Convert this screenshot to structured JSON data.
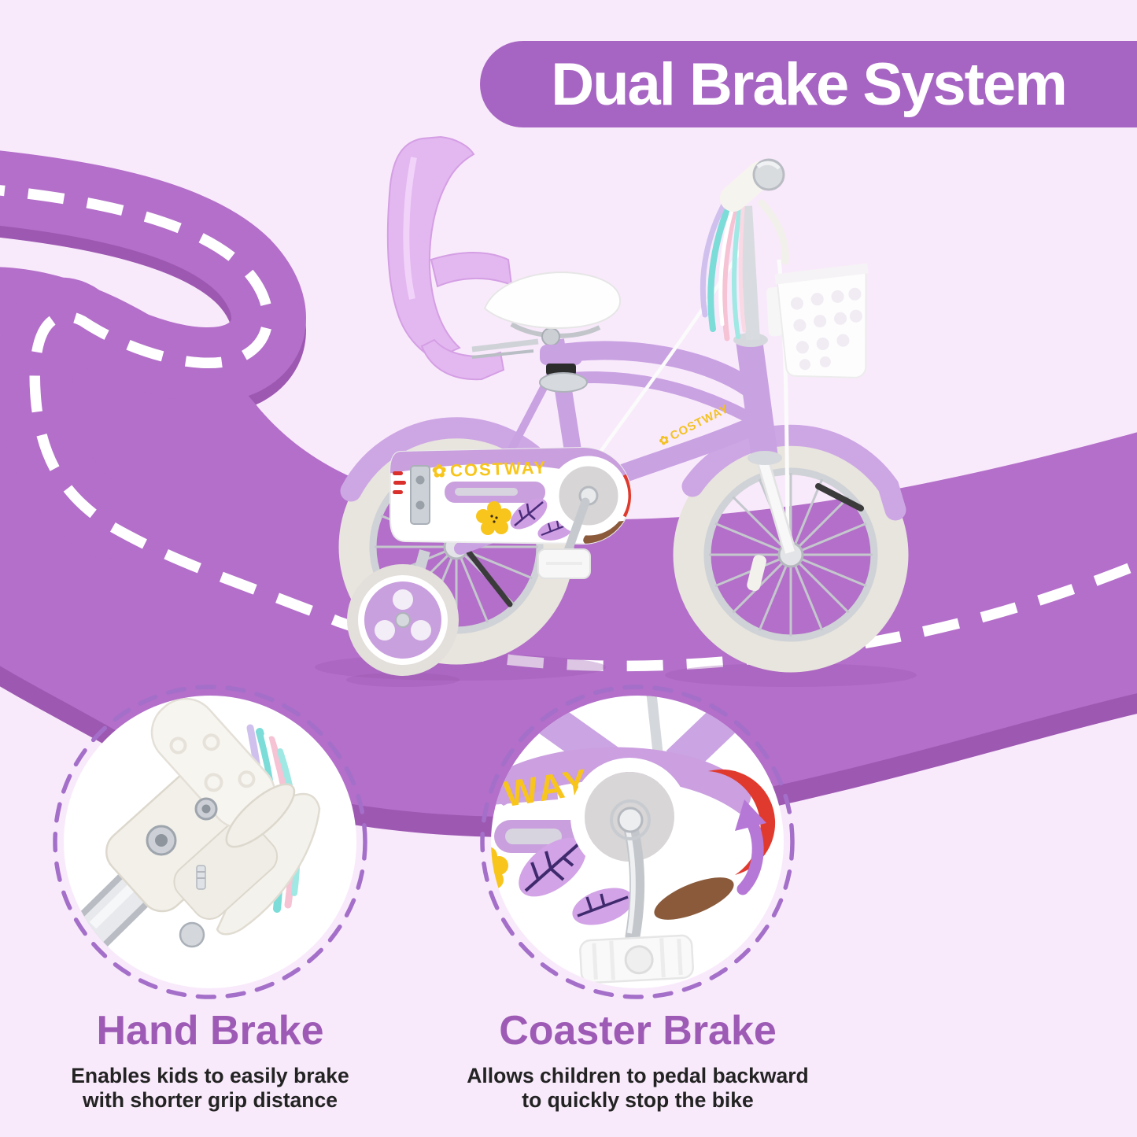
{
  "banner": {
    "title": "Dual Brake System"
  },
  "brand": {
    "name": "COSTWAY",
    "partial_name": "WAY",
    "flower_icon": "✿"
  },
  "features": {
    "hand_brake": {
      "heading": "Hand Brake",
      "line1": "Enables kids to easily brake",
      "line2": "with shorter grip distance"
    },
    "coaster_brake": {
      "heading": "Coaster Brake",
      "line1": "Allows children to pedal backward",
      "line2": "to quickly stop the bike"
    }
  },
  "colors": {
    "background": "#f9eafb",
    "banner-bg": "#a765c3",
    "banner-text": "#ffffff",
    "road": "#b36fc9",
    "road-shadow": "#9d58b2",
    "road-dash": "#ffffff",
    "heading-text": "#9d5bb5",
    "body-text": "#232323",
    "accent-yellow": "#f8c51c",
    "dashed-circle": "#a46fc9"
  }
}
